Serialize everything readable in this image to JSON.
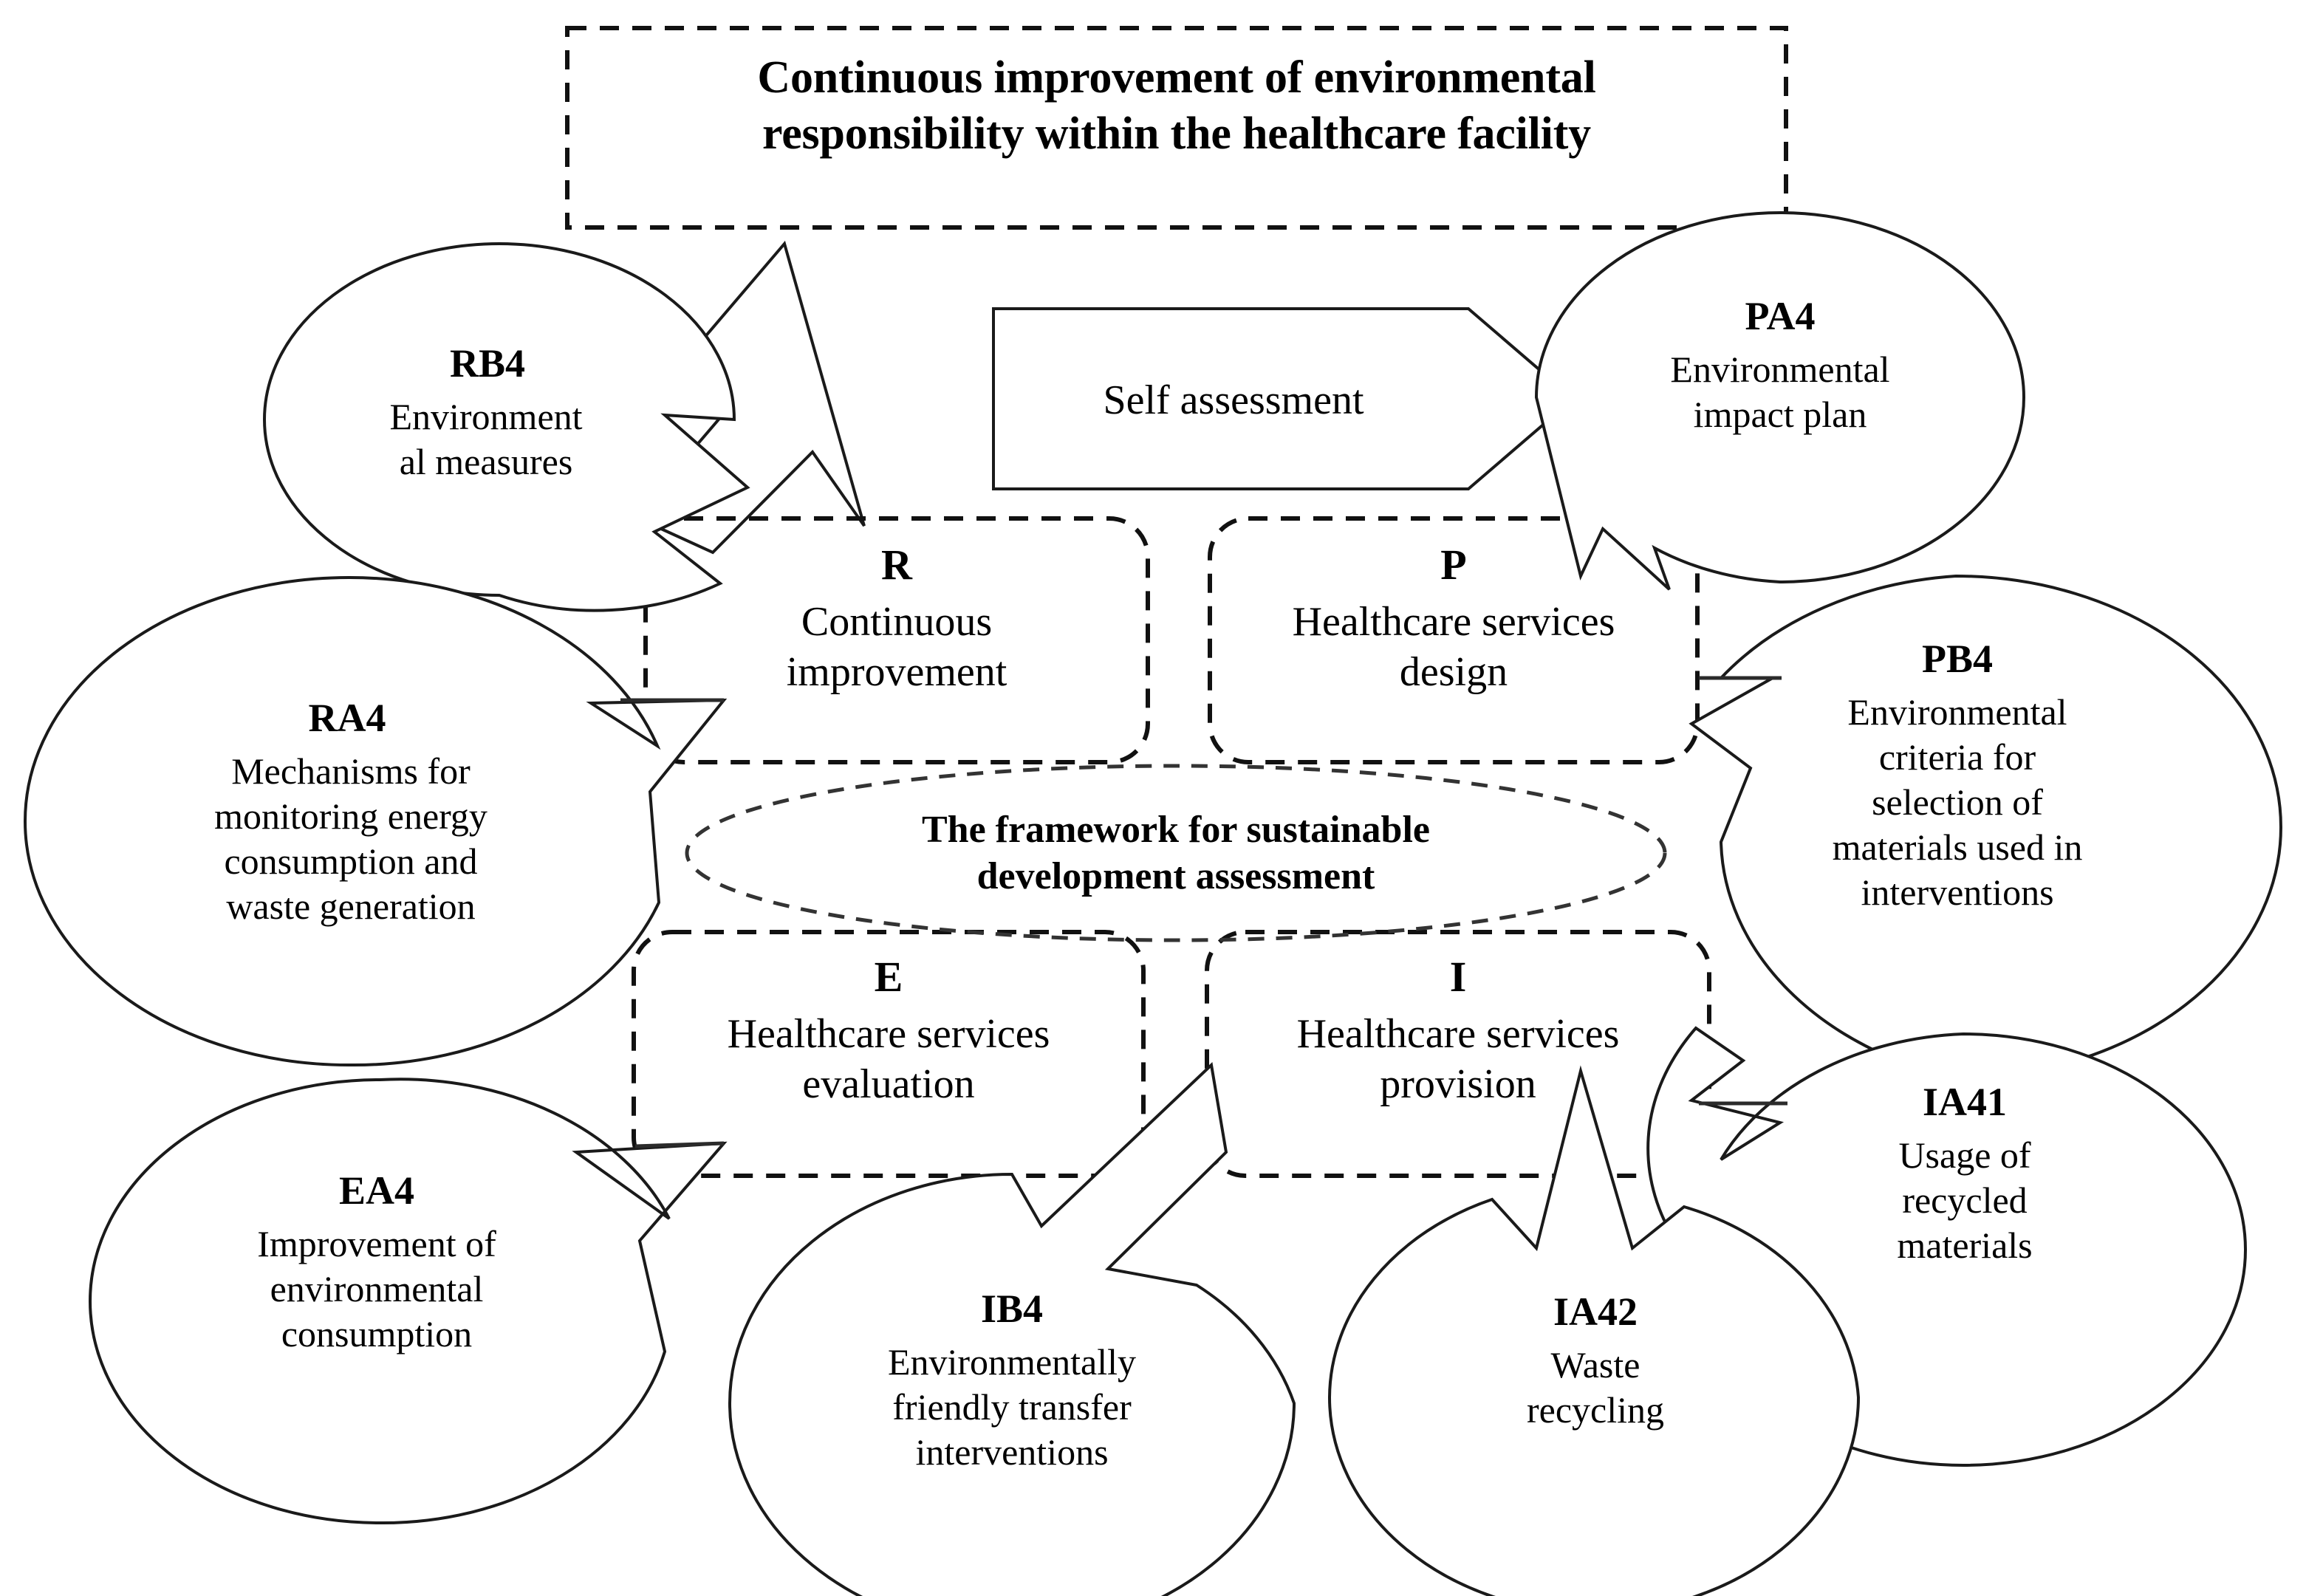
{
  "figure": {
    "goal_box": {
      "text": "Continuous improvement of environmental\nresponsibility within the healthcare facility"
    },
    "self_assessment": {
      "label": "Self assessment"
    },
    "center_ellipse": {
      "text": "The framework for sustainable\ndevelopment assessment"
    },
    "quadrants": [
      {
        "code": "R",
        "title": "Continuous\nimprovement"
      },
      {
        "code": "P",
        "title": "Healthcare services\ndesign"
      },
      {
        "code": "E",
        "title": "Healthcare services\nevaluation"
      },
      {
        "code": "I",
        "title": "Healthcare services\nprovision"
      }
    ],
    "callouts": [
      {
        "code": "RB4",
        "text": "Environment\nal measures"
      },
      {
        "code": "PA4",
        "text": "Environmental\nimpact plan"
      },
      {
        "code": "RA4",
        "text": "Mechanisms for\nmonitoring energy\nconsumption and\nwaste generation"
      },
      {
        "code": "PB4",
        "text": "Environmental\ncriteria for\nselection of\nmaterials used in\ninterventions"
      },
      {
        "code": "EA4",
        "text": "Improvement of\nenvironmental\nconsumption"
      },
      {
        "code": "IA41",
        "text": "Usage of\nrecycled\nmaterials"
      },
      {
        "code": "IB4",
        "text": "Environmentally\nfriendly transfer\ninterventions"
      },
      {
        "code": "IA42",
        "text": "Waste\nrecycling"
      }
    ],
    "colors": {
      "ink": "#000000",
      "stroke": "#1a1a1a",
      "background": "#ffffff"
    }
  }
}
